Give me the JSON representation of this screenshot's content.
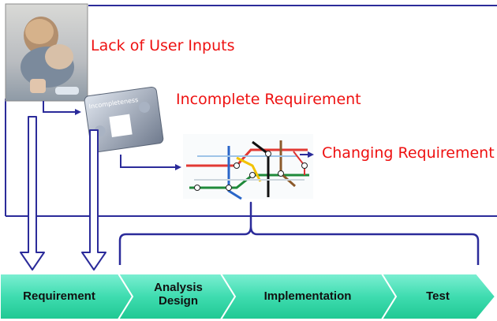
{
  "issues": {
    "lack_of_user_inputs": "Lack of User Inputs",
    "incomplete_requirement": "Incomplete Requirement",
    "changing_requirement": "Changing Requirement"
  },
  "images": {
    "puzzle_text": "Incompleteness"
  },
  "phases": {
    "requirement": "Requirement",
    "analysis_line1": "Analysis",
    "analysis_line2": "Design",
    "implementation": "Implementation",
    "test": "Test"
  },
  "colors": {
    "issue_text": "#ee1111",
    "frame_line": "#2b2b9a",
    "phase_fill_light": "#6ee8c9",
    "phase_fill_dark": "#22cc98",
    "phase_outline": "#ffffff"
  }
}
